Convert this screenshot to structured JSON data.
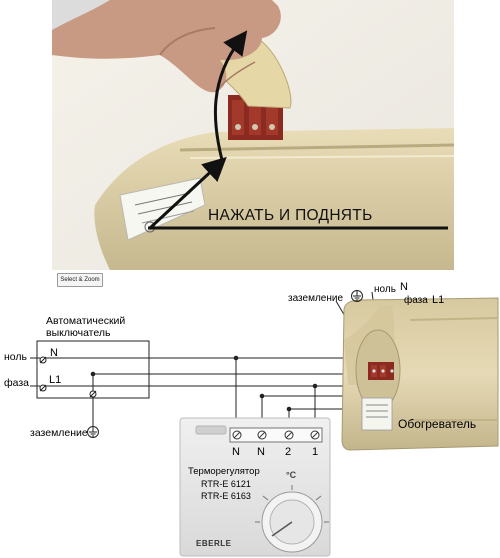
{
  "photo": {
    "caption": "НАЖАТЬ И ПОДНЯТЬ",
    "button_label": "Select & Zoom"
  },
  "breaker": {
    "title_line1": "Автоматический",
    "title_line2": "выключатель",
    "terminal_n": "N",
    "terminal_l1": "L1"
  },
  "supply": {
    "neutral": "ноль",
    "phase": "фаза",
    "ground": "заземление"
  },
  "thermostat": {
    "title": "Терморегулятор",
    "model1": "RTR-E 6121",
    "model2": "RTR-E 6163",
    "brand": "EBERLE",
    "unit": "°C",
    "terminals": [
      "N",
      "N",
      "2",
      "1"
    ]
  },
  "heater": {
    "ground": "заземление",
    "neutral_label": "ноль",
    "neutral_letter": "N",
    "phase_label": "фаза",
    "phase_letter": "L1",
    "name": "Обогреватель"
  },
  "colors": {
    "heater_body": "#e4d6ad",
    "terminal_red": "#8a2a20",
    "thermostat_body": "#e8e8e8",
    "wire": "#222222"
  }
}
